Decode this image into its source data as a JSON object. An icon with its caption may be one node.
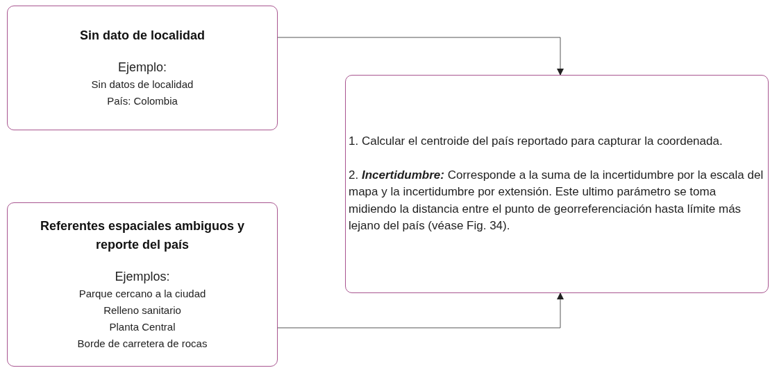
{
  "diagram": {
    "nodes": [
      {
        "text": [
          "Sin dato de localidad",
          "Ejemplo:",
          "Sin datos de localidad",
          "País: Colombia"
        ]
      },
      {
        "text": [
          "Referentes espaciales ambiguos y reporte del país",
          "Ejemplos:",
          "Parque cercano a la ciudad",
          "Relleno sanitario",
          "Planta Central",
          "Borde de carretera de rocas"
        ]
      },
      {
        "text": [
          "1. Calcular el centroide del país reportado para capturar la coordenada.",
          "2. **Incertidumbre:** Corresponde a la suma de la incertidumbre por la escala del mapa y la incertidumbre por extensión. Este ultimo parámetro se toma midiendo la distancia entre el punto de georreferenciación hasta límite más lejano del país (véase Fig. 34)."
        ]
      }
    ],
    "edges": [
      {
        "from": 0,
        "to": 2,
        "arrow": "to"
      },
      {
        "from": 1,
        "to": 2,
        "arrow": "to"
      }
    ]
  }
}
